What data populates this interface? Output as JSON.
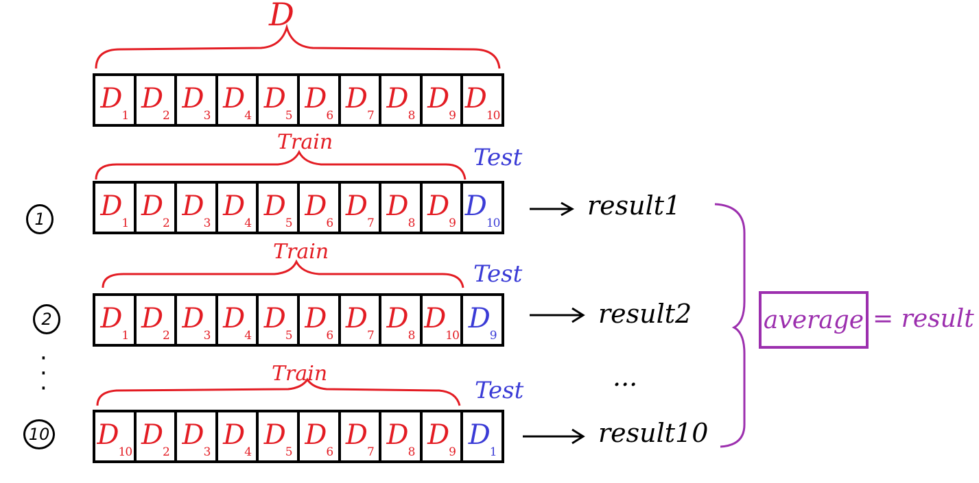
{
  "top": {
    "label": "D"
  },
  "full_strip": [
    "D1",
    "D2",
    "D3",
    "D4",
    "D5",
    "D6",
    "D7",
    "D8",
    "D9",
    "D10"
  ],
  "folds": [
    {
      "round": "1",
      "train_label": "Train",
      "test_label": "Test",
      "cells": [
        "D1",
        "D2",
        "D3",
        "D4",
        "D5",
        "D6",
        "D7",
        "D8",
        "D9",
        "D10"
      ],
      "result": "result1"
    },
    {
      "round": "2",
      "train_label": "Train",
      "test_label": "Test",
      "cells": [
        "D1",
        "D2",
        "D3",
        "D4",
        "D5",
        "D6",
        "D7",
        "D8",
        "D10",
        "D9"
      ],
      "result": "result2"
    },
    {
      "round": "10",
      "train_label": "Train",
      "test_label": "Test",
      "cells": [
        "D10",
        "D2",
        "D3",
        "D4",
        "D5",
        "D6",
        "D7",
        "D8",
        "D9",
        "D1"
      ],
      "result": "result10"
    }
  ],
  "ellipsis": "...",
  "average": {
    "label": "average",
    "equals": "= result"
  },
  "colors": {
    "train": "#e31c23",
    "test": "#3a3bd6",
    "aggregate": "#9c2fae",
    "ink": "#000000"
  }
}
